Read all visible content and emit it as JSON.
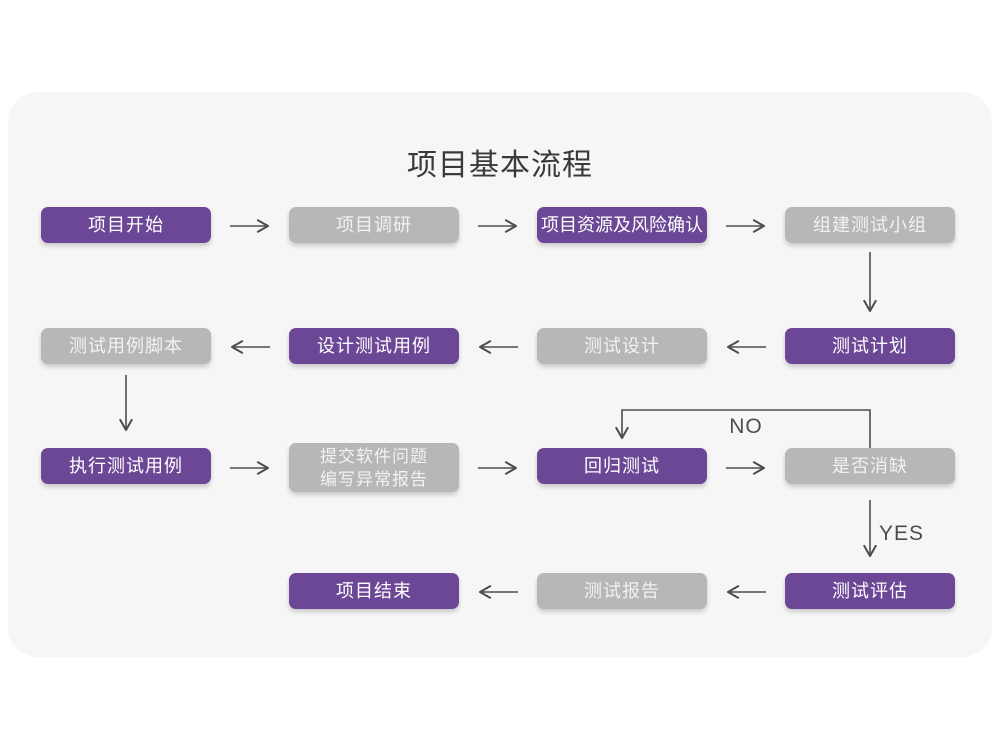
{
  "title": "项目基本流程",
  "colors": {
    "purple": "#6B4796",
    "gray": "#B7B7B7",
    "card_bg": "#F6F6F6",
    "arrow": "#4D4D4D",
    "title_text": "#3A3A3A",
    "text_on_purple": "#FFFFFF",
    "text_on_gray": "#F2F2F2"
  },
  "labels": {
    "no": "NO",
    "yes": "YES"
  },
  "nodes": [
    {
      "id": "project-start",
      "label": "项目开始",
      "type": "purple"
    },
    {
      "id": "project-research",
      "label": "项目调研",
      "type": "gray"
    },
    {
      "id": "resource-risk-confirm",
      "label": "项目资源及风险确认",
      "type": "purple"
    },
    {
      "id": "build-test-team",
      "label": "组建测试小组",
      "type": "gray"
    },
    {
      "id": "test-plan",
      "label": "测试计划",
      "type": "purple"
    },
    {
      "id": "test-design",
      "label": "测试设计",
      "type": "gray"
    },
    {
      "id": "design-test-cases",
      "label": "设计测试用例",
      "type": "purple"
    },
    {
      "id": "test-case-scripts",
      "label": "测试用例脚本",
      "type": "gray"
    },
    {
      "id": "execute-test-cases",
      "label": "执行测试用例",
      "type": "purple"
    },
    {
      "id": "submit-issues",
      "label": "提交软件问题",
      "label2": "编写异常报告",
      "type": "gray"
    },
    {
      "id": "regression-test",
      "label": "回归测试",
      "type": "purple"
    },
    {
      "id": "defect-resolved",
      "label": "是否消缺",
      "type": "gray"
    },
    {
      "id": "test-evaluation",
      "label": "测试评估",
      "type": "purple"
    },
    {
      "id": "test-report",
      "label": "测试报告",
      "type": "gray"
    },
    {
      "id": "project-end",
      "label": "项目结束",
      "type": "purple"
    }
  ],
  "edges": [
    {
      "from": "项目开始",
      "to": "项目调研"
    },
    {
      "from": "项目调研",
      "to": "项目资源及风险确认"
    },
    {
      "from": "项目资源及风险确认",
      "to": "组建测试小组"
    },
    {
      "from": "组建测试小组",
      "to": "测试计划"
    },
    {
      "from": "测试计划",
      "to": "测试设计"
    },
    {
      "from": "测试设计",
      "to": "设计测试用例"
    },
    {
      "from": "设计测试用例",
      "to": "测试用例脚本"
    },
    {
      "from": "测试用例脚本",
      "to": "执行测试用例"
    },
    {
      "from": "执行测试用例",
      "to": "提交软件问题 编写异常报告"
    },
    {
      "from": "提交软件问题 编写异常报告",
      "to": "回归测试"
    },
    {
      "from": "回归测试",
      "to": "是否消缺"
    },
    {
      "from": "是否消缺",
      "to": "回归测试",
      "label": "NO"
    },
    {
      "from": "是否消缺",
      "to": "测试评估",
      "label": "YES"
    },
    {
      "from": "测试评估",
      "to": "测试报告"
    },
    {
      "from": "测试报告",
      "to": "项目结束"
    }
  ]
}
